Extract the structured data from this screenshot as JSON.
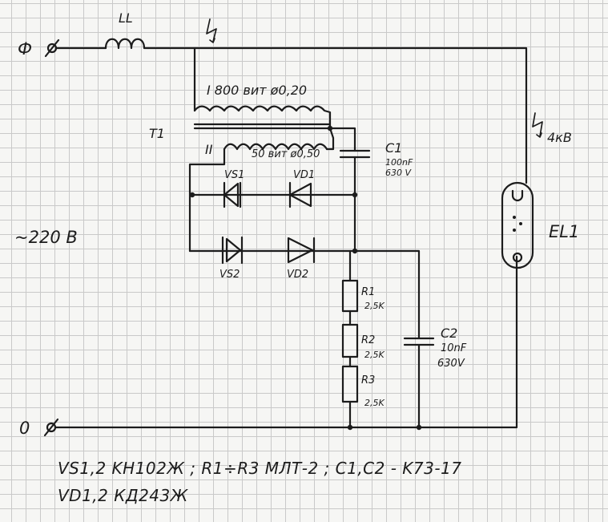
{
  "labels": {
    "phase": "Ф",
    "neutral": "0",
    "inductor": "LL",
    "supply_voltage": "~220 В",
    "transformer": "T1",
    "winding_1": "I 800 вит ø0,20",
    "winding_2": "II",
    "winding_2_spec": "50 вит ø0,50",
    "hv_voltage": "4кВ",
    "lamp": "EL1",
    "vs1": "VS1",
    "vd1": "VD1",
    "vs2": "VS2",
    "vd2": "VD2",
    "c1": "C1",
    "c1_value": "100nF",
    "c1_voltage": "630 V",
    "r1": "R1",
    "r1_value": "2,5K",
    "r2": "R2",
    "r2_value": "2,5K",
    "r3": "R3",
    "r3_value": "2,5K",
    "c2": "C2",
    "c2_value": "10nF",
    "c2_voltage": "630V"
  },
  "notes": {
    "line1": "VS1,2  KH102Ж ; R1÷R3  МЛТ-2 ; C1,C2 - K73-17",
    "line2": "VD1,2  КД243Ж"
  },
  "colors": {
    "ink": "#1c1c1c",
    "grid": "#c9c9c9",
    "paper": "#f6f6f4"
  }
}
